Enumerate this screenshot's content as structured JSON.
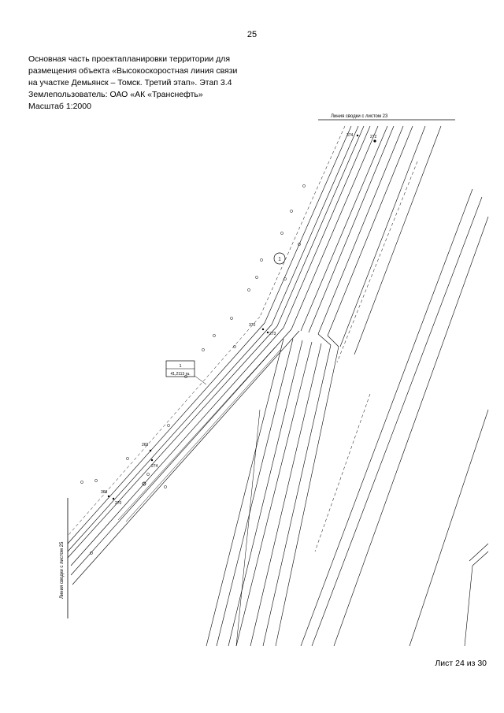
{
  "page_number": "25",
  "header": {
    "lines": [
      "Основная часть проектапланировки территории для",
      "размещения объекта «Высокоскоростная линия связи",
      "на участке Демьянск – Томск. Третий этап». Этап 3.4",
      "Землепользователь: ОАО «АК «Транснефть»",
      "Масштаб 1:2000"
    ]
  },
  "plan": {
    "match_line_top": "Линия сводки с листом 23",
    "match_line_left": "Линия сводки с листом 25",
    "parcel": {
      "number": "1",
      "area": "41,2113 га."
    },
    "circle_label": "1",
    "points": [
      "374",
      "272",
      "370",
      "273",
      "269",
      "274",
      "366",
      "270"
    ]
  },
  "sheet_label": "Лист 24 из 30"
}
